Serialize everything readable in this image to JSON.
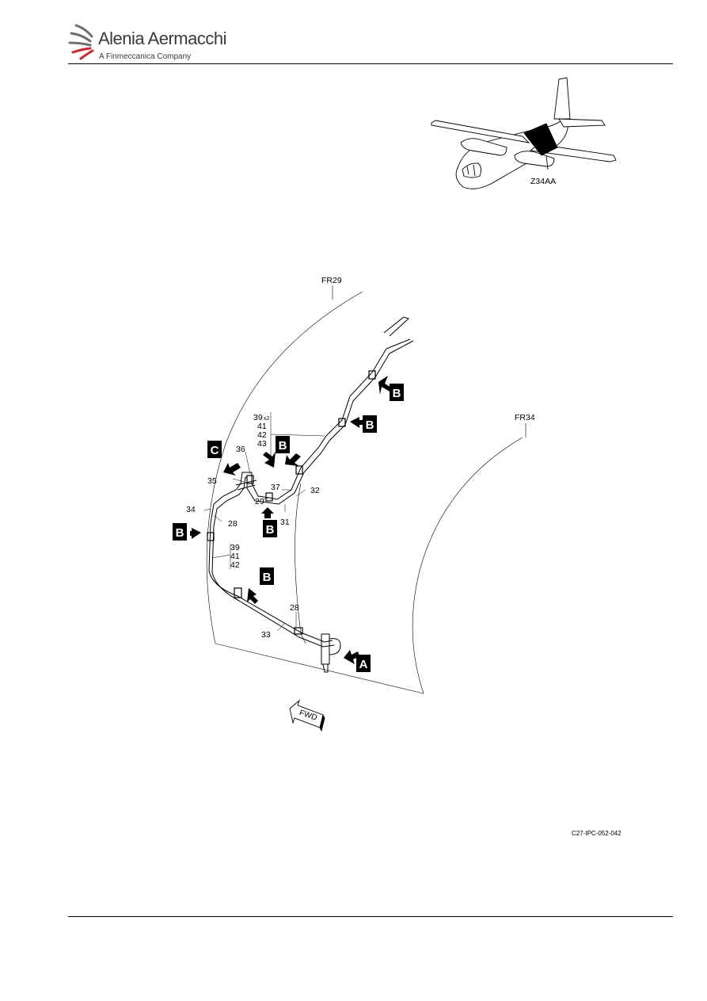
{
  "header": {
    "brand": "Alenia Aermacchi",
    "tagline": "A Finmeccanica Company"
  },
  "figure": {
    "zone_label": "Z34AA",
    "frame_left": "FR29",
    "frame_right": "FR34",
    "fwd_label": "FWD",
    "view_a": "A",
    "view_b": "B",
    "view_c": "C",
    "callouts": {
      "c28a": "28",
      "c28b": "28",
      "c29": "29",
      "c31": "31",
      "c32": "32",
      "c33": "33",
      "c34": "34",
      "c35": "35",
      "c36": "36",
      "c37": "37",
      "g1_39": "39",
      "g1_x2": "x2",
      "g1_41": "41",
      "g1_42": "42",
      "g1_43": "43",
      "g2_39": "39",
      "g2_41": "41",
      "g2_42": "42"
    },
    "figure_ref": "C27-IPC-052-042"
  },
  "colors": {
    "logo_red": "#d2232a",
    "logo_grey": "#6d6e71",
    "ink": "#000000"
  }
}
